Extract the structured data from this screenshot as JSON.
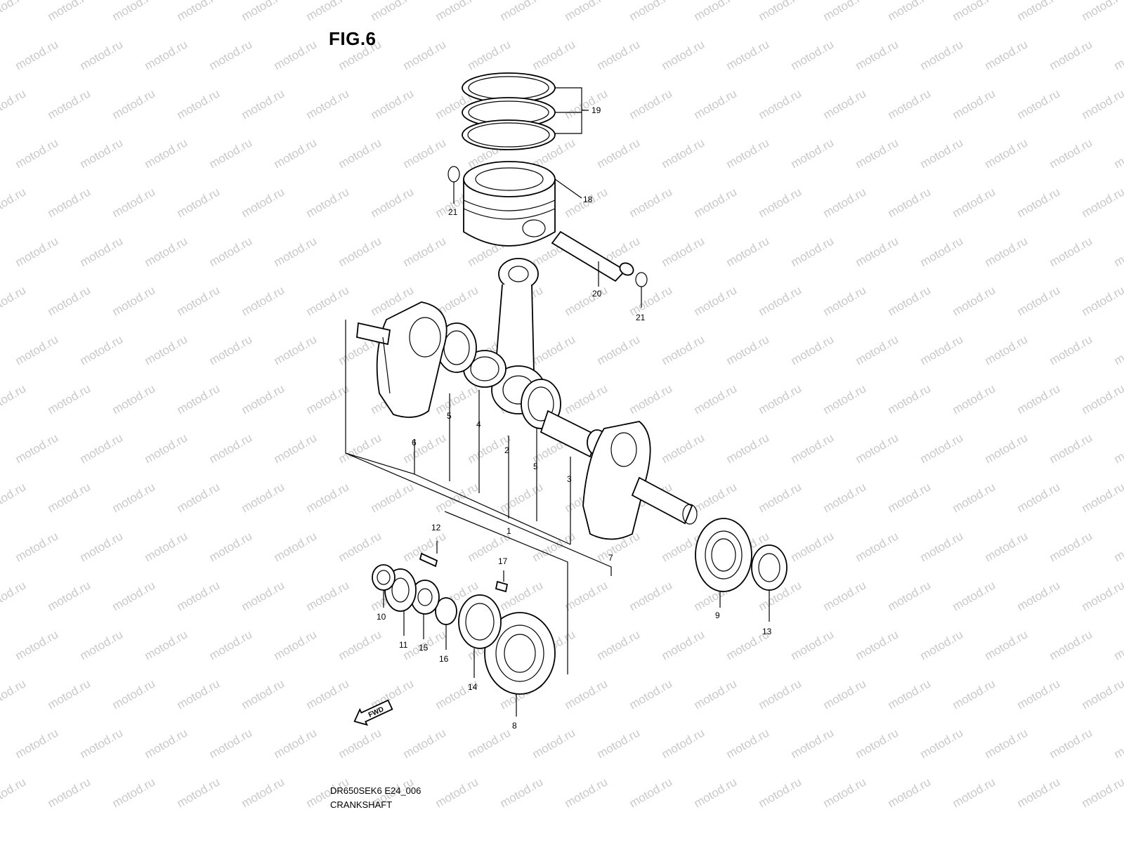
{
  "figure": {
    "title": "FIG.6",
    "model_code": "DR650SEK6 E24_006",
    "section_name": "CRANKSHAFT"
  },
  "watermark_text": "motod.ru",
  "direction_badge": "FWD",
  "colors": {
    "ink": "#000000",
    "watermark": "#c9c9c9",
    "background": "#ffffff"
  },
  "callouts": {
    "c1": "1",
    "c2": "2",
    "c3": "3",
    "c4": "4",
    "c5a": "5",
    "c5b": "5",
    "c6": "6",
    "c7": "7",
    "c8": "8",
    "c9": "9",
    "c10": "10",
    "c11": "11",
    "c12": "12",
    "c13": "13",
    "c14": "14",
    "c15": "15",
    "c16": "16",
    "c17": "17",
    "c18": "18",
    "c19": "19",
    "c20": "20",
    "c21a": "21",
    "c21b": "21"
  }
}
